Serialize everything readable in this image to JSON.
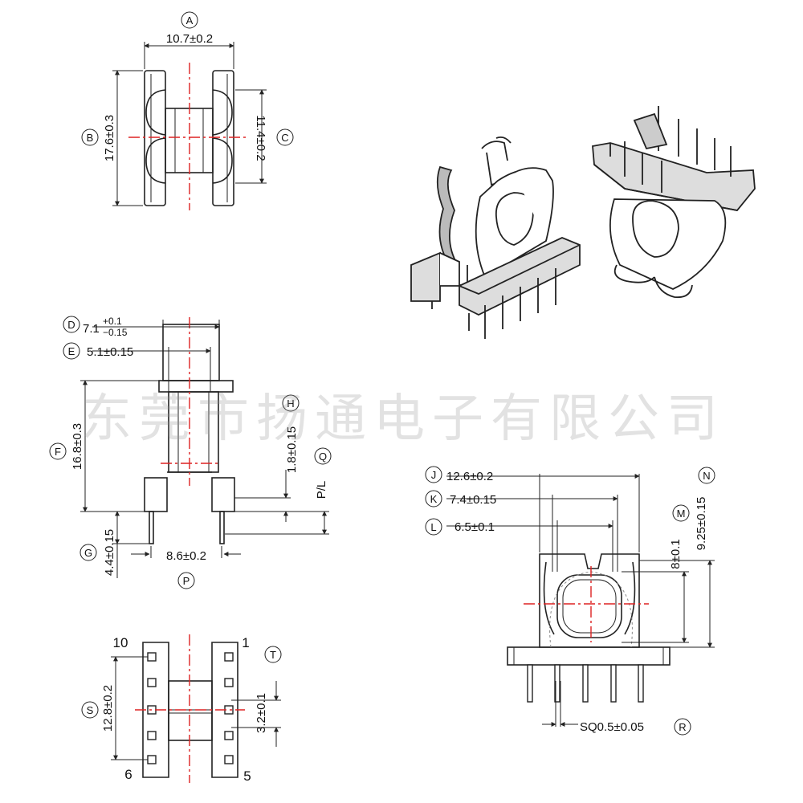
{
  "colors": {
    "line": "#222222",
    "centerline": "#dd2222",
    "background": "#ffffff",
    "watermark": "#969696"
  },
  "watermark": "东莞市扬通电子有限公司",
  "callouts": [
    "A",
    "B",
    "C",
    "D",
    "E",
    "F",
    "G",
    "H",
    "P",
    "Q",
    "J",
    "K",
    "L",
    "M",
    "N",
    "R",
    "S",
    "T"
  ],
  "dimensions": {
    "A": "10.7±0.2",
    "B": "17.6±0.3",
    "C": "11.4±0.2",
    "D_main": "7.1",
    "D_plus": "+0.1",
    "D_minus": "−0.15",
    "E": "5.1±0.15",
    "F": "16.8±0.3",
    "G": "4.4±0.15",
    "P": "8.6±0.2",
    "H": "1.8±0.15",
    "Q": "P/L",
    "J": "12.6±0.2",
    "K": "7.4±0.15",
    "L": "6.5±0.1",
    "M": "8±0.1",
    "N": "9.25±0.15",
    "R": "SQ0.5±0.05",
    "S": "12.8±0.2",
    "T": "3.2±0.1"
  },
  "pins": {
    "top_left": "10",
    "top_right": "1",
    "bottom_left": "6",
    "bottom_right": "5"
  }
}
